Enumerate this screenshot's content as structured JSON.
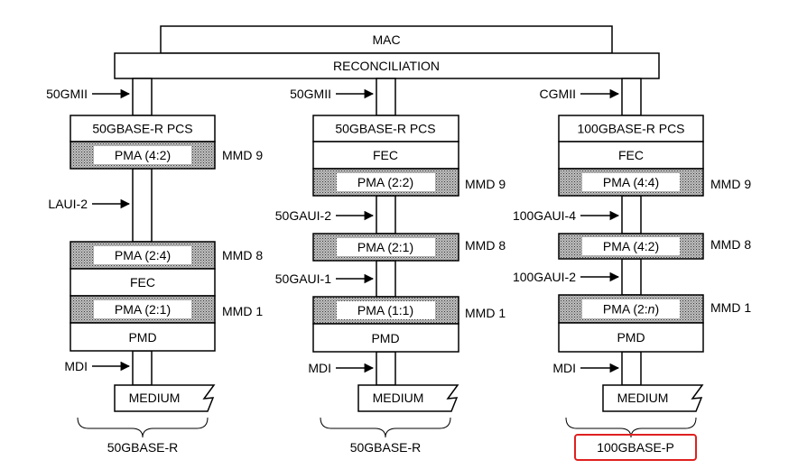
{
  "top": {
    "mac": "MAC",
    "reconciliation": "RECONCILIATION"
  },
  "columns": [
    {
      "interface_label": "50GMII",
      "pcs": "50GBASE-R PCS",
      "layers": [
        "PMA (4:2)",
        "PMA (2:4)",
        "FEC",
        "PMA (2:1)",
        "PMD"
      ],
      "mmd_labels": [
        "MMD 9",
        "MMD 8",
        "MMD 1"
      ],
      "link_labels": [
        "LAUI-2"
      ],
      "mdi_label": "MDI",
      "medium": "MEDIUM",
      "phy_name": "50GBASE-R"
    },
    {
      "interface_label": "50GMII",
      "pcs": "50GBASE-R PCS",
      "layers": [
        "FEC",
        "PMA (2:2)",
        "PMA (2:1)",
        "PMA (1:1)",
        "PMD"
      ],
      "mmd_labels": [
        "MMD 9",
        "MMD 8",
        "MMD 1"
      ],
      "link_labels": [
        "50GAUI-2",
        "50GAUI-1"
      ],
      "mdi_label": "MDI",
      "medium": "MEDIUM",
      "phy_name": "50GBASE-R"
    },
    {
      "interface_label": "CGMII",
      "pcs": "100GBASE-R PCS",
      "layers": [
        "FEC",
        "PMA (4:4)",
        "PMA (4:2)",
        "PMA (2:",
        "n",
        ")",
        "PMD"
      ],
      "mmd_labels": [
        "MMD 9",
        "MMD 8",
        "MMD 1"
      ],
      "link_labels": [
        "100GAUI-4",
        "100GAUI-2"
      ],
      "mdi_label": "MDI",
      "medium": "MEDIUM",
      "phy_name": "100GBASE-P",
      "highlight_color": "#e02020"
    }
  ]
}
